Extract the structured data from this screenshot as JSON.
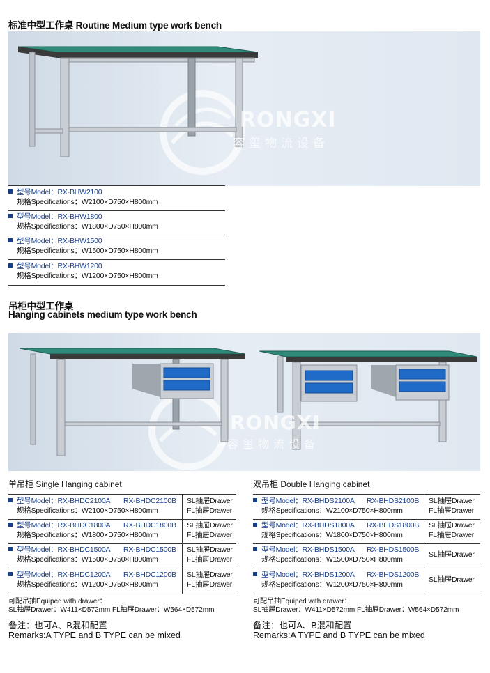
{
  "section1": {
    "title": "标准中型工作桌 Routine Medium type work bench",
    "watermark": {
      "en": "RONGXI",
      "cn": "容玺物流设备"
    },
    "items": [
      {
        "model": "型号Model：RX-BHW2100",
        "spec": "规格Specifications：W2100×D750×H800mm"
      },
      {
        "model": "型号Model：RX-BHW1800",
        "spec": "规格Specifications：W1800×D750×H800mm"
      },
      {
        "model": "型号Model：RX-BHW1500",
        "spec": "规格Specifications：W1500×D750×H800mm"
      },
      {
        "model": "型号Model：RX-BHW1200",
        "spec": "规格Specifications：W1200×D750×H800mm"
      }
    ]
  },
  "section2": {
    "title_cn": "吊柜中型工作桌",
    "title_en": "Hanging cabinets medium type work bench",
    "watermark": {
      "en": "RONGXI",
      "cn": "容玺物流设备"
    }
  },
  "single": {
    "heading": "单吊柜 Single Hanging cabinet",
    "items": [
      {
        "model": "型号Model：RX-BHDC2100A",
        "model_b": "RX-BHDC2100B",
        "spec": "规格Specifications：W2100×D750×H800mm",
        "drawer1": "SL抽屉Drawer",
        "drawer2": "FL抽屉Drawer"
      },
      {
        "model": "型号Model：RX-BHDC1800A",
        "model_b": "RX-BHDC1800B",
        "spec": "规格Specifications：W1800×D750×H800mm",
        "drawer1": "SL抽屉Drawer",
        "drawer2": "FL抽屉Drawer"
      },
      {
        "model": "型号Model：RX-BHDC1500A",
        "model_b": "RX-BHDC1500B",
        "spec": "规格Specifications：W1500×D750×H800mm",
        "drawer1": "SL抽屉Drawer",
        "drawer2": "FL抽屉Drawer"
      },
      {
        "model": "型号Model：RX-BHDC1200A",
        "model_b": "RX-BHDC1200B",
        "spec": "规格Specifications：W1200×D750×H800mm",
        "drawer1": "SL抽屉Drawer",
        "drawer2": "FL抽屉Drawer"
      }
    ],
    "equip_title": "可配吊抽Equiped with drawer：",
    "equip_values": "SL抽屉Drawer：W411×D572mm    FL抽屉Drawer：W564×D572mm",
    "remark_cn": "备注：也可A、B混和配置",
    "remark_en": "Remarks:A TYPE and B TYPE can be mixed"
  },
  "double": {
    "heading": "双吊柜 Double Hanging cabinet",
    "items": [
      {
        "model": "型号Model：RX-BHDS2100A",
        "model_b": "RX-BHDS2100B",
        "spec": "规格Specifications：W2100×D750×H800mm",
        "drawer1": "SL抽屉Drawer",
        "drawer2": "FL抽屉Drawer"
      },
      {
        "model": "型号Model：RX-BHDS1800A",
        "model_b": "RX-BHDS1800B",
        "spec": "规格Specifications：W1800×D750×H800mm",
        "drawer1": "SL抽屉Drawer",
        "drawer2": "FL抽屉Drawer"
      },
      {
        "model": "型号Model：RX-BHDS1500A",
        "model_b": "RX-BHDS1500B",
        "spec": "规格Specifications：W1500×D750×H800mm",
        "drawer1": "SL抽屉Drawer"
      },
      {
        "model": "型号Model：RX-BHDS1200A",
        "model_b": "RX-BHDS1200B",
        "spec": "规格Specifications：W1200×D750×H800mm",
        "drawer1": "SL抽屉Drawer"
      }
    ],
    "equip_title": "可配吊抽Equiped with drawer：",
    "equip_values": "SL抽屉Drawer：W411×D572mm    FL抽屉Drawer：W564×D572mm",
    "remark_cn": "备注：也可A、B混和配置",
    "remark_en": "Remarks:A TYPE and B TYPE can be mixed"
  }
}
